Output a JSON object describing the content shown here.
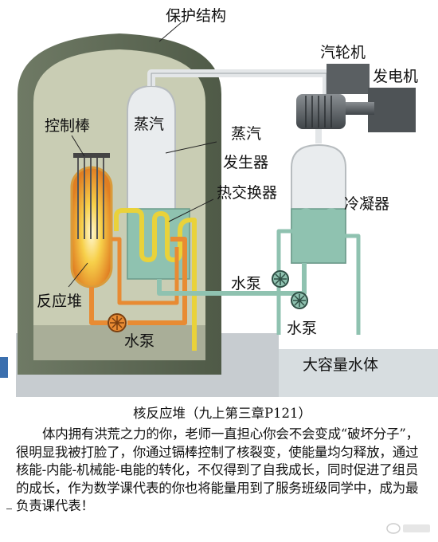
{
  "labels": {
    "containment": "保护结构",
    "turbine": "汽轮机",
    "generator": "发电机",
    "control_rods": "控制棒",
    "steam": "蒸汽",
    "steam_generator_line1": "蒸汽",
    "steam_generator_line2": "发生器",
    "heat_exchanger": "热交换器",
    "condenser": "冷凝器",
    "pump_mid": "水泵",
    "reactor": "反应堆",
    "pump_right": "水泵",
    "pump_bottom": "水泵",
    "water_body": "大容量水体"
  },
  "caption": {
    "title": "核反应堆（九上第三章P121）",
    "body": "体内拥有洪荒之力的你，老师一直担心你会不会变成“破坏分子”，很明显我被打脸了，你通过镉棒控制了核裂变，使能量均匀释放，通过核能-内能-机械能-电能的转化，不仅得到了自我成长，同时促进了组员的成长，作为数学课代表的你也将能量用到了服务班级同学中，成为最负责课代表！"
  },
  "colors": {
    "containment_fill": "#5e6b55",
    "vessel_fill": "#c9cdb4",
    "water": "#8fc2b0",
    "hot_loop": "#e88b33",
    "steam_pipe": "#dfe3e6",
    "glow": "#f7d04a",
    "yellow_coil": "#e9d23a"
  }
}
